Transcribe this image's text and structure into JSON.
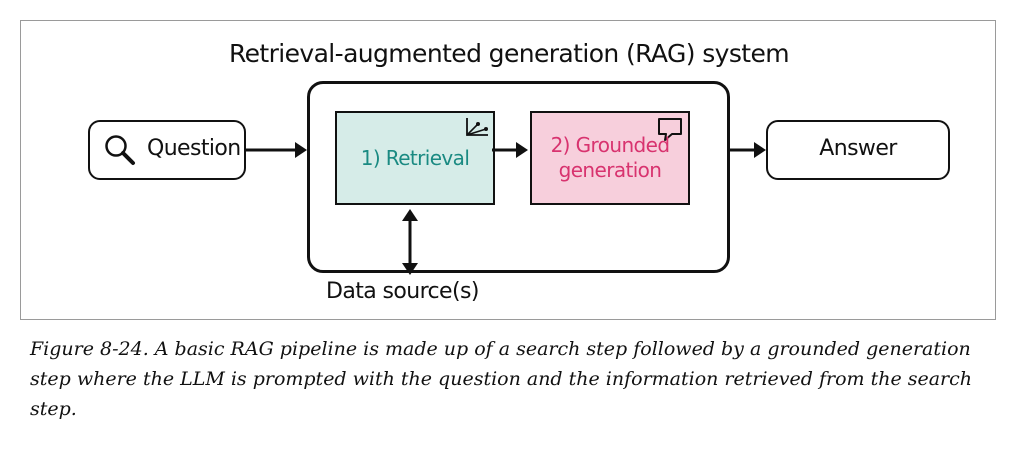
{
  "diagram": {
    "system_title": "Retrieval-augmented generation (RAG) system",
    "question_label": "Question",
    "retrieval_label": "1) Retrieval",
    "generation_label_line1": "2) Grounded",
    "generation_label_line2": "generation",
    "answer_label": "Answer",
    "data_source_label": "Data source(s)",
    "colors": {
      "retrieval_fill": "#d6ece8",
      "retrieval_text": "#1a8a82",
      "generation_fill": "#f7cfdc",
      "generation_text": "#d8336f",
      "stroke": "#111111"
    },
    "icons": [
      "search-icon",
      "scatter-plot-icon",
      "speech-bubble-icon"
    ]
  },
  "caption": {
    "text": "Figure 8-24. A basic RAG pipeline is made up of a search step followed by a grounded generation step where the LLM is prompted with the question and the information retrieved from the search step."
  }
}
